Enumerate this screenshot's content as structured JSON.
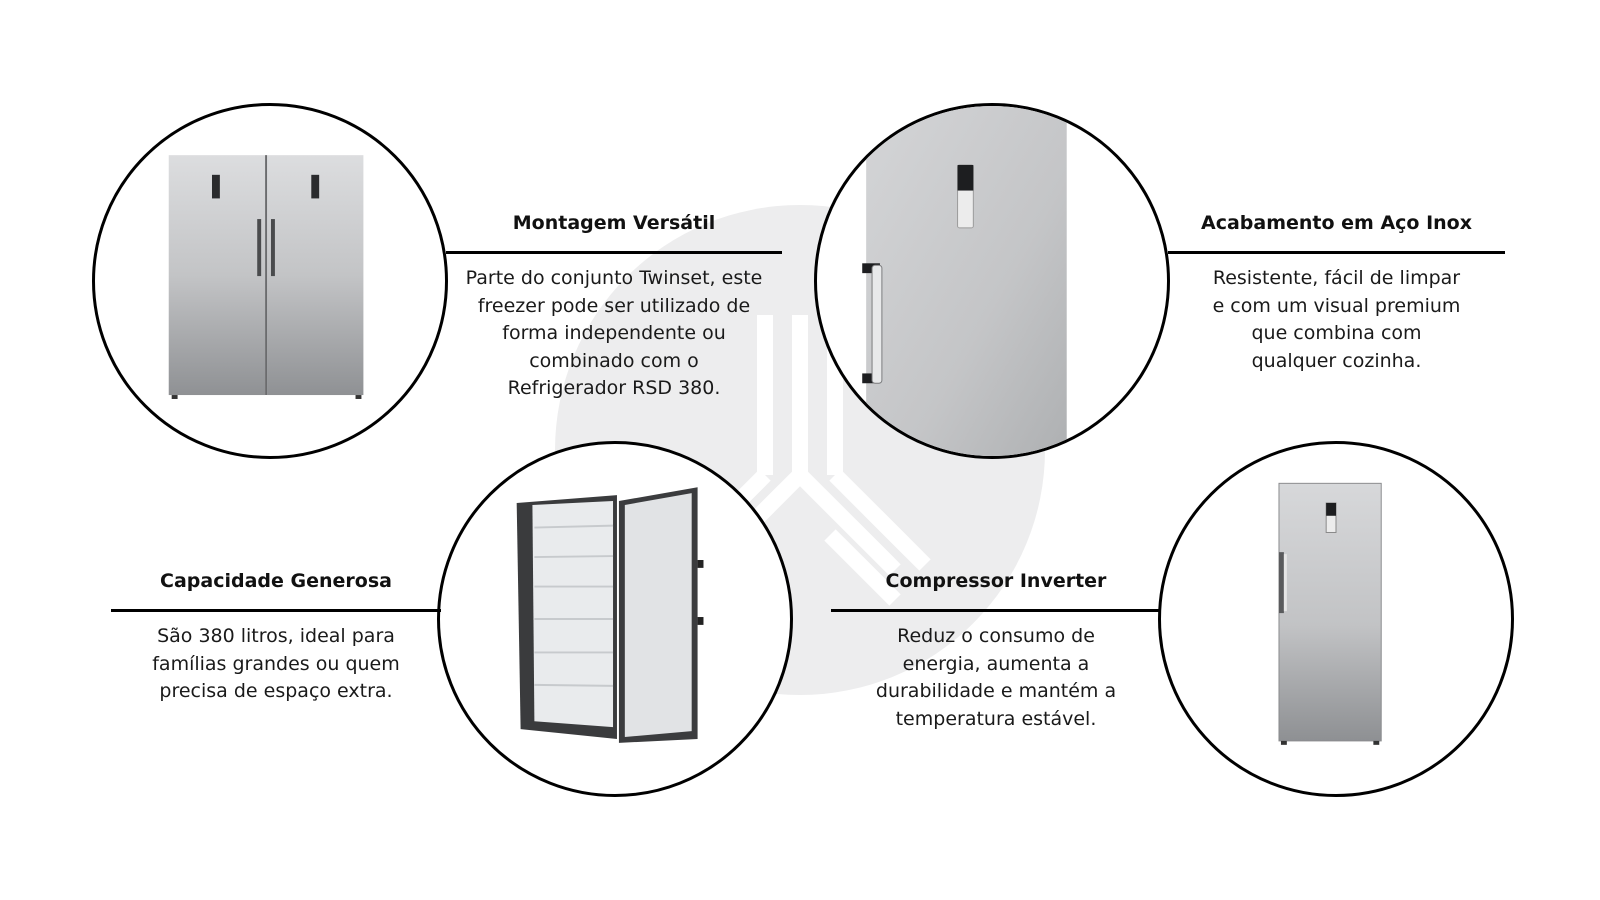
{
  "features": [
    {
      "title": "Montagem Versátil",
      "lines": [
        "Parte do conjunto Twinset, este",
        "freezer pode ser utilizado de",
        "forma independente ou",
        "combinado com o",
        "Refrigerador RSD 380."
      ]
    },
    {
      "title": "Acabamento em Aço Inox",
      "lines": [
        "Resistente, fácil de limpar",
        "e com um visual premium",
        "que combina com",
        "qualquer cozinha."
      ]
    },
    {
      "title": "Capacidade Generosa",
      "lines": [
        "São 380 litros, ideal para",
        "famílias grandes ou quem",
        "precisa de espaço extra."
      ]
    },
    {
      "title": "Compressor Inverter",
      "lines": [
        "Reduz o consumo de",
        "energia, aumenta a",
        "durabilidade e mantém a",
        "temperatura estável."
      ]
    }
  ],
  "images": [
    {
      "icon": "twinset-fridges-icon"
    },
    {
      "icon": "stainless-door-closeup-icon"
    },
    {
      "icon": "open-freezer-icon"
    },
    {
      "icon": "upright-freezer-icon"
    }
  ],
  "colors": {
    "background": "#ffffff",
    "text": "#111111",
    "steel_light": "#e2e3e5",
    "steel_dark": "#8e9093",
    "watermark": "#ececed"
  }
}
